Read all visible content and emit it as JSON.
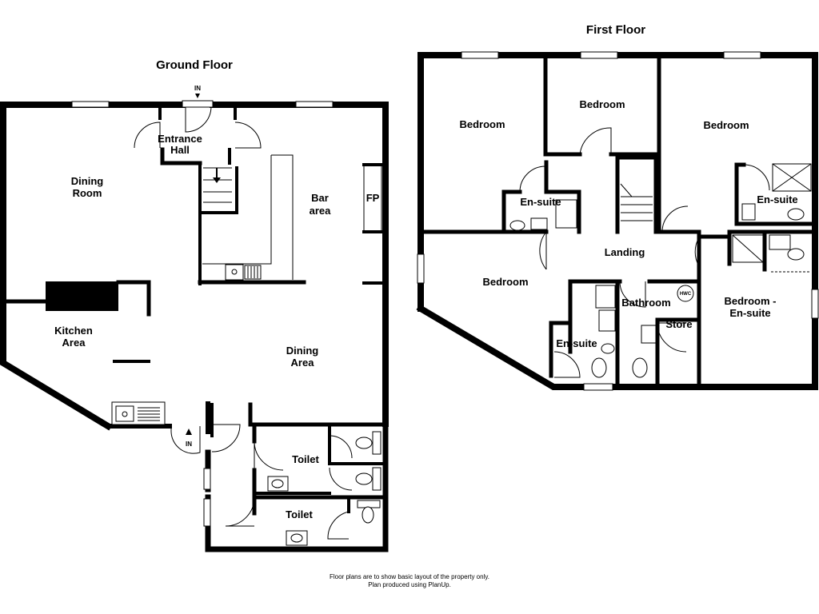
{
  "floors": [
    {
      "title": "Ground Floor"
    },
    {
      "title": "First Floor"
    }
  ],
  "ground_rooms": {
    "entrance_hall": [
      "Entrance",
      "Hall"
    ],
    "dining_room": [
      "Dining",
      "Room"
    ],
    "bar_area": [
      "Bar",
      "area"
    ],
    "fp": "FP",
    "kitchen_area": [
      "Kitchen",
      "Area"
    ],
    "dining_area": [
      "Dining",
      "Area"
    ],
    "toilet_1": "Toilet",
    "toilet_2": "Toilet",
    "in_top": "IN",
    "in_side": "IN"
  },
  "first_rooms": {
    "bedroom_1": "Bedroom",
    "bedroom_2": "Bedroom",
    "bedroom_3": "Bedroom",
    "ensuite_1": "En-suite",
    "ensuite_2": "En-suite",
    "landing": "Landing",
    "bedroom_4": "Bedroom",
    "bathroom": "Bathroom",
    "hwc": "HWC",
    "bedroom_ensuite": [
      "Bedroom -",
      "En-suite"
    ],
    "store": "Store",
    "ensuite_3": "En-suite"
  },
  "footer": {
    "line1": "Floor plans are to show basic layout of the property only.",
    "line2": "Plan produced using PlanUp."
  }
}
